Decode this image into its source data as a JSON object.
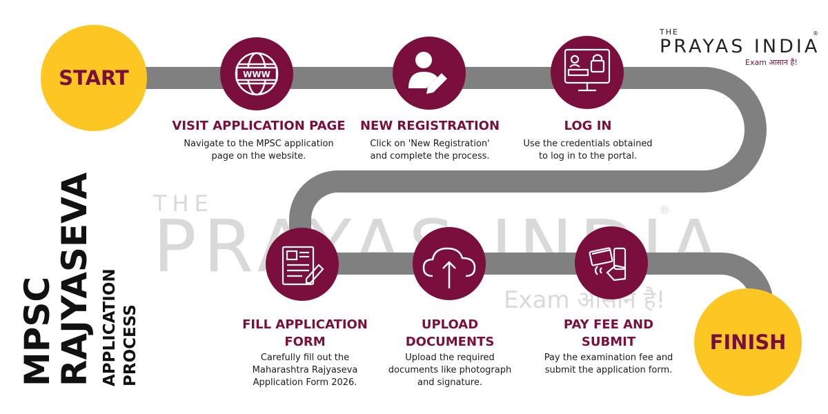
{
  "colors": {
    "maroon": "#7a0f3d",
    "yellow": "#fcc723",
    "road": "#808080",
    "text": "#1a1a1a"
  },
  "side_title": {
    "line1": "MPSC",
    "line2": "RAJYASEVA",
    "line3": "APPLICATION",
    "line4": "PROCESS"
  },
  "start_label": "START",
  "finish_label": "FINISH",
  "logo": {
    "the": "THE",
    "name": "PRAYAS INDIA",
    "registered": "®",
    "tagline": "Exam आसान है!"
  },
  "watermark": {
    "the": "THE",
    "name": "PRAYAS INDIA",
    "registered": "®",
    "tagline": "Exam आसान है!"
  },
  "steps": [
    {
      "icon": "www-icon",
      "title_lines": [
        "VISIT APPLICATION PAGE"
      ],
      "desc_lines": [
        "Navigate to the MPSC application",
        "page on the website."
      ]
    },
    {
      "icon": "user-edit-icon",
      "title_lines": [
        "NEW REGISTRATION"
      ],
      "desc_lines": [
        "Click on 'New Registration'",
        "and complete the process."
      ]
    },
    {
      "icon": "login-monitor-icon",
      "title_lines": [
        "LOG IN"
      ],
      "desc_lines": [
        "Use the credentials obtained",
        "to log in to the portal."
      ]
    },
    {
      "icon": "form-icon",
      "title_lines": [
        "FILL APPLICATION",
        "FORM"
      ],
      "desc_lines": [
        "Carefully fill out the",
        "Maharashtra Rajyaseva",
        "Application Form 2026."
      ]
    },
    {
      "icon": "cloud-upload-icon",
      "title_lines": [
        "UPLOAD",
        "DOCUMENTS"
      ],
      "desc_lines": [
        "Upload the required",
        "documents like photograph",
        "and signature."
      ]
    },
    {
      "icon": "payment-icon",
      "title_lines": [
        "PAY FEE AND",
        "SUBMIT"
      ],
      "desc_lines": [
        "Pay the examination fee and",
        "submit the application form."
      ]
    }
  ]
}
